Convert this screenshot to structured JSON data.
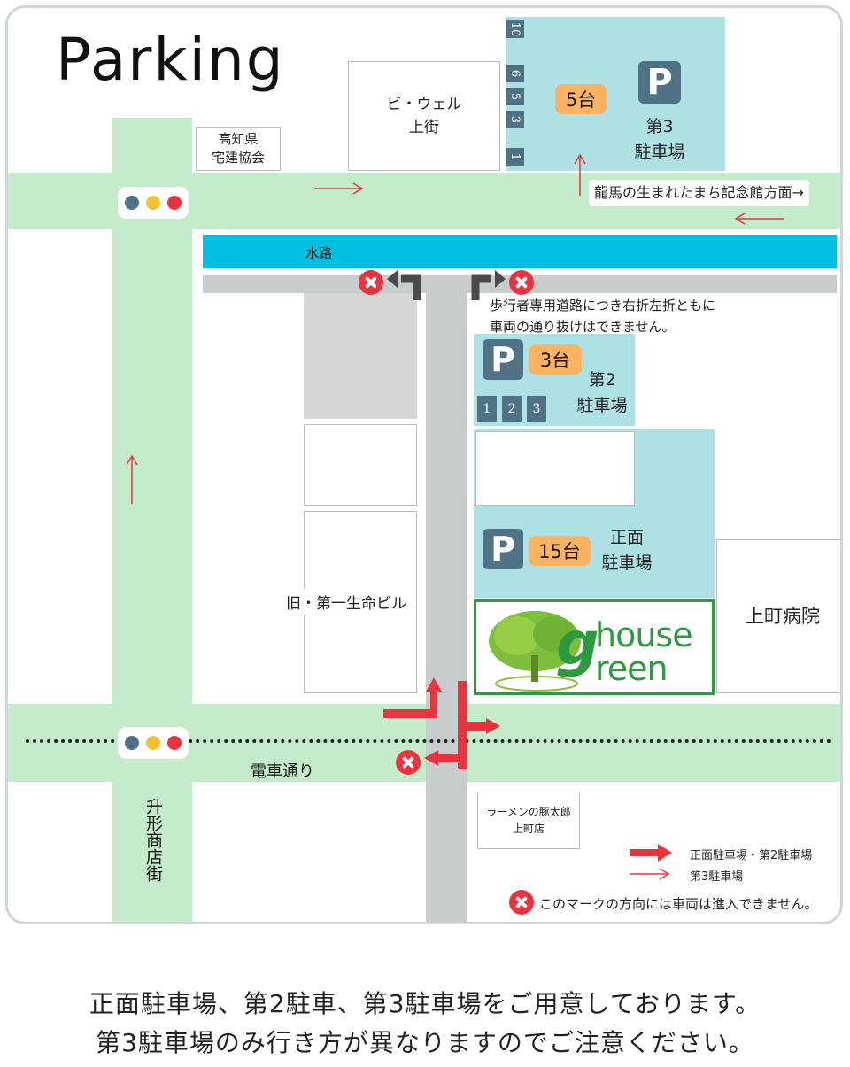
{
  "title": "Parking",
  "labels": {
    "kyokai": "高知県\n宅建協会",
    "biwell": "ビ・ウェル\n上街",
    "tatsuma": "龍馬の生まれたまち記念館方面→",
    "water": "水路",
    "no_pass_note": "歩行者専用道路につき右折左折ともに\n車両の通り抜けはできません。",
    "kyu_daiichi": "旧・第一生命ビル",
    "hospital": "上町病院",
    "densha": "電車通り",
    "ramen": "ラーメンの豚太郎\n上町店",
    "masugata": "升形商店街"
  },
  "lots": {
    "third": {
      "count": "5台",
      "name": "第3\n駐車場",
      "slots": [
        "10",
        "6",
        "5",
        "3",
        "1"
      ]
    },
    "second": {
      "count": "3台",
      "name": "第2\n駐車場",
      "slots": [
        "1",
        "2",
        "3"
      ]
    },
    "front": {
      "count": "15台",
      "name": "正面\n駐車場"
    }
  },
  "p_symbol": "P",
  "logo": {
    "line1": "house",
    "line2": "reen",
    "letter": "g"
  },
  "legend": {
    "thick": "正面駐車場・第2駐車場",
    "thin": "第3駐車場",
    "x_note": "このマークの方向には車両は進入できません。"
  },
  "footer": {
    "line1": "正面駐車場、第2駐車、第3駐車場をご用意しております。",
    "line2": "第3駐車場のみ行き方が異なりますのでご注意ください。"
  },
  "colors": {
    "road": "#c5ecca",
    "lot": "#ade1e4",
    "water": "#00bfe0",
    "accent_red": "#e8343f",
    "badge": "#fbb35f",
    "p_mark": "#4f7286",
    "logo_green": "#2e9a3f"
  }
}
